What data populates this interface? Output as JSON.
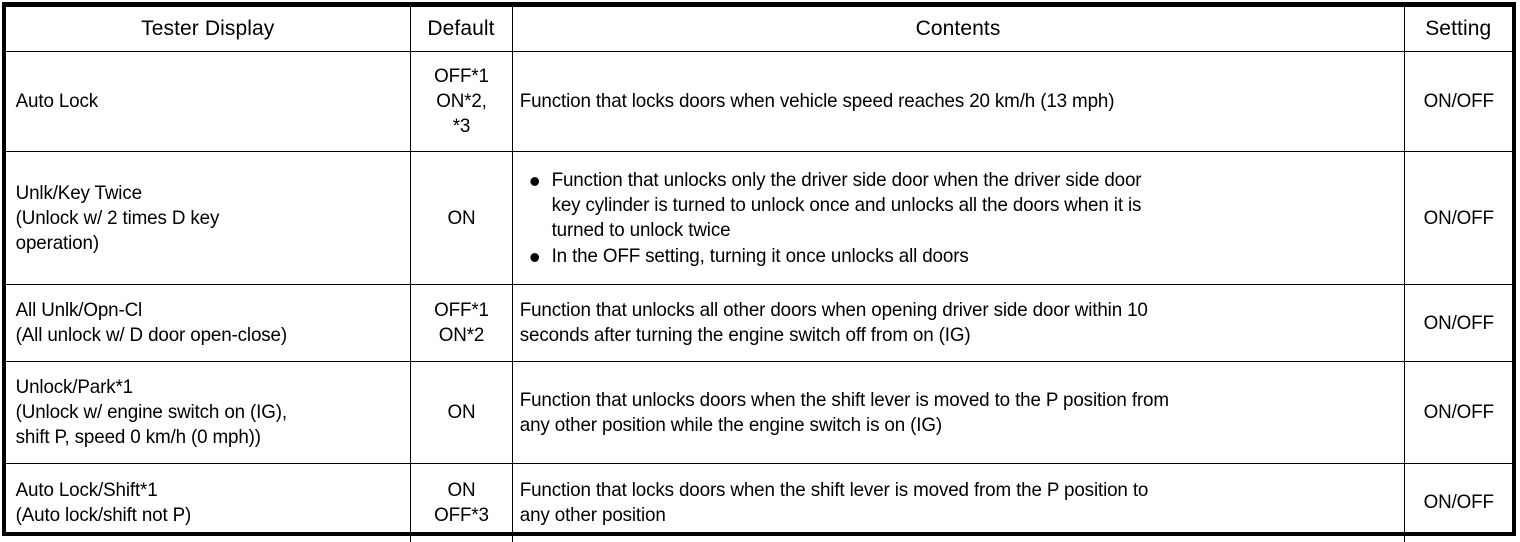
{
  "table": {
    "headers": {
      "tester_display": "Tester Display",
      "default": "Default",
      "contents": "Contents",
      "setting": "Setting"
    },
    "rows": [
      {
        "tester_display": [
          "Auto Lock"
        ],
        "default": [
          "OFF*1",
          "ON*2,",
          "*3"
        ],
        "contents": {
          "type": "text",
          "lines": [
            "Function that locks doors when vehicle speed reaches 20 km/h (13 mph)"
          ]
        },
        "setting": "ON/OFF"
      },
      {
        "tester_display": [
          "Unlk/Key Twice",
          "(Unlock w/ 2 times D key",
          "operation)"
        ],
        "default": [
          "ON"
        ],
        "contents": {
          "type": "bullets",
          "items": [
            {
              "lines": [
                "Function that unlocks only the driver side door when the driver side door",
                "key cylinder is turned to unlock once and unlocks all the doors when it is",
                "turned to unlock twice"
              ]
            },
            {
              "lines": [
                "In the OFF setting, turning it once unlocks all doors"
              ]
            }
          ]
        },
        "setting": "ON/OFF"
      },
      {
        "tester_display": [
          "All Unlk/Opn-Cl",
          "(All unlock w/ D door open-close)"
        ],
        "default": [
          "OFF*1",
          "ON*2"
        ],
        "contents": {
          "type": "text",
          "lines": [
            "Function that unlocks all other doors when opening driver side door within 10",
            "seconds after turning the engine switch off from on (IG)"
          ]
        },
        "setting": "ON/OFF"
      },
      {
        "tester_display": [
          "Unlock/Park*1",
          "(Unlock w/ engine switch on (IG),",
          "shift P, speed 0 km/h (0 mph))"
        ],
        "default": [
          "ON"
        ],
        "contents": {
          "type": "text",
          "lines": [
            "Function that unlocks doors when the shift lever is moved to the P position from",
            "any other position while the engine switch is on (IG)"
          ]
        },
        "setting": "ON/OFF"
      },
      {
        "tester_display": [
          "Auto Lock/Shift*1",
          "(Auto lock/shift not P)"
        ],
        "default": [
          "ON",
          "OFF*3"
        ],
        "contents": {
          "type": "text",
          "lines": [
            "Function that locks doors when the shift lever is moved from the P position to",
            "any other position"
          ]
        },
        "setting": "ON/OFF"
      }
    ]
  }
}
